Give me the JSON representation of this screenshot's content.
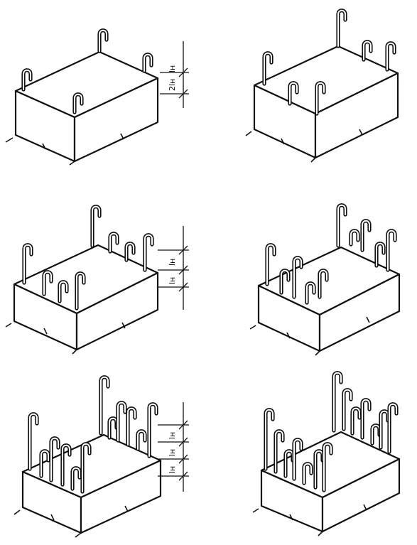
{
  "panels": [
    {
      "id": "a",
      "rows": 1,
      "dimension_labels": [
        "2lн",
        "lн"
      ]
    },
    {
      "id": "b",
      "rows": 1,
      "dimension_labels": []
    },
    {
      "id": "c",
      "rows": 2,
      "dimension_labels": [
        "lн",
        "lн"
      ]
    },
    {
      "id": "d",
      "rows": 2,
      "dimension_labels": []
    },
    {
      "id": "e",
      "rows": 3,
      "dimension_labels": [
        "lн",
        "lн",
        "lн"
      ]
    },
    {
      "id": "f",
      "rows": 3,
      "dimension_labels": []
    }
  ],
  "colors": {
    "line": "#111111",
    "background": "#ffffff"
  }
}
